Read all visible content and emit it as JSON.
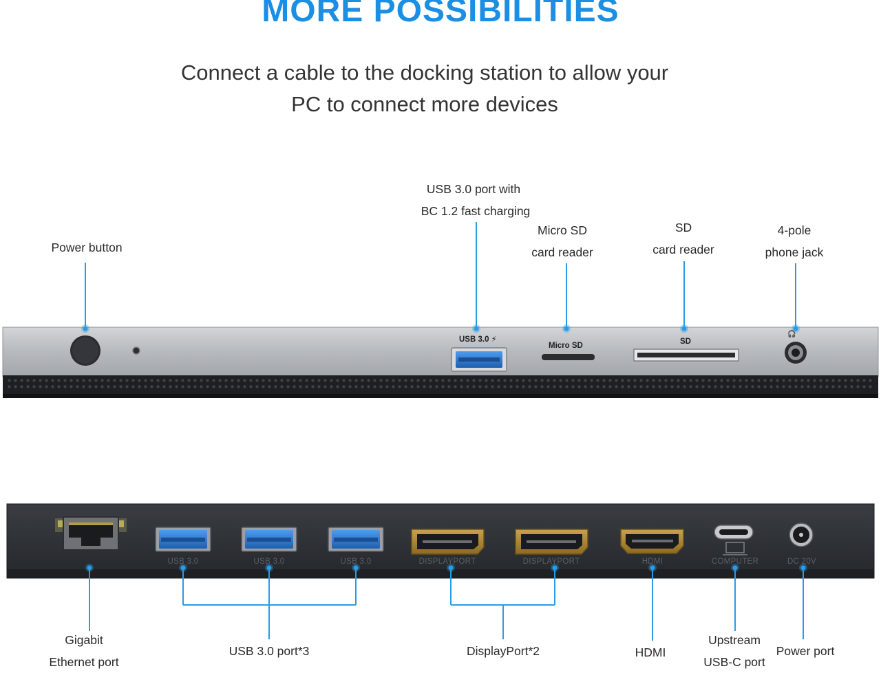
{
  "header": {
    "title": "MORE POSSIBILITIES",
    "subtitle_line1": "Connect a cable to the docking station to allow your",
    "subtitle_line2": "PC to connect more devices"
  },
  "front": {
    "callouts": {
      "power_button": "Power button",
      "usb_charging_line1": "USB 3.0 port with",
      "usb_charging_line2": "BC 1.2 fast charging",
      "micro_sd_line1": "Micro SD",
      "micro_sd_line2": "card reader",
      "sd_line1": "SD",
      "sd_line2": "card reader",
      "jack_line1": "4-pole",
      "jack_line2": "phone jack"
    },
    "printed": {
      "usb": "USB 3.0",
      "micro_sd": "Micro SD",
      "sd": "SD"
    }
  },
  "back": {
    "printed": {
      "usb1": "USB 3.0",
      "usb2": "USB 3.0",
      "usb3": "USB 3.0",
      "dp1": "DISPLAYPORT",
      "dp2": "DISPLAYPORT",
      "hdmi": "HDMI",
      "computer": "COMPUTER",
      "dc": "DC 20V"
    },
    "callouts": {
      "ethernet_line1": "Gigabit",
      "ethernet_line2": "Ethernet port",
      "usb": "USB 3.0 port*3",
      "displayport": "DisplayPort*2",
      "hdmi": "HDMI",
      "upstream_line1": "Upstream",
      "upstream_line2": "USB-C port",
      "power_port": "Power port"
    }
  },
  "colors": {
    "accent": "#1a8fe3",
    "callout_line": "#2a9be6",
    "usb_blue": "#2f7fd6",
    "front_panel": "#b9bcc0",
    "back_panel": "#2c2f33"
  }
}
